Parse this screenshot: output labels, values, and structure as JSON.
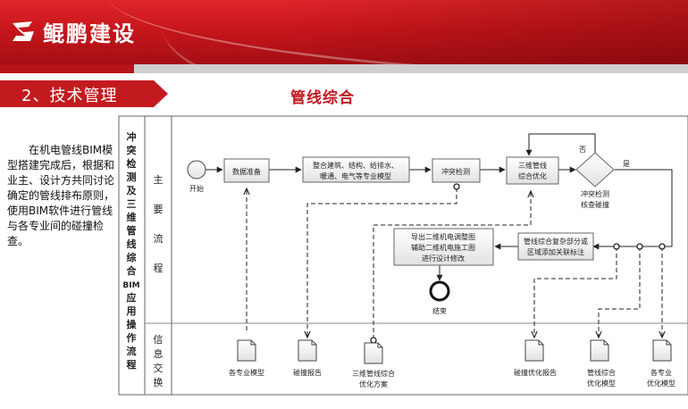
{
  "brand": {
    "name": "鲲鹏建设"
  },
  "section": {
    "title": "2、技术管理"
  },
  "page": {
    "heading": "管线综合"
  },
  "description": "在机电管线BIM模型搭建完成后，根据和业主、设计方共同讨论确定的管线排布原则，使用BIM软件进行管线与各专业间的碰撞检查。",
  "diagram": {
    "side_title": [
      "冲",
      "突",
      "检",
      "测",
      "及",
      "三",
      "维",
      "管",
      "线",
      "综",
      "合",
      "BIM",
      "应",
      "用",
      "操",
      "作",
      "流",
      "程"
    ],
    "lanes": {
      "main": [
        "主",
        "要",
        "流",
        "程"
      ],
      "info": [
        "信",
        "息",
        "交",
        "换"
      ]
    },
    "nodes": {
      "start": "开始",
      "data_prep": "数据准备",
      "integrate": [
        "整合建筑、结构、给排水、",
        "暖通、电气等专业模型"
      ],
      "clash_detect": "冲突检测",
      "optimize": [
        "三维管线",
        "综合优化"
      ],
      "decision": [
        "冲突检测",
        "核查碰撞"
      ],
      "decision_no": "否",
      "decision_yes": "是",
      "annotate": [
        "管线综合复杂部分或",
        "区域添加关联标注"
      ],
      "export": [
        "导出二维机电调整图",
        "辅助二维机电施工图",
        "进行设计修改"
      ],
      "end": "结束"
    },
    "documents": [
      "各专业模型",
      "碰撞报告",
      [
        "三维管线综合",
        "优化方案"
      ],
      "碰撞优化报告",
      [
        "管线综合",
        "优化模型"
      ],
      [
        "各专业",
        "优化模型"
      ]
    ]
  }
}
